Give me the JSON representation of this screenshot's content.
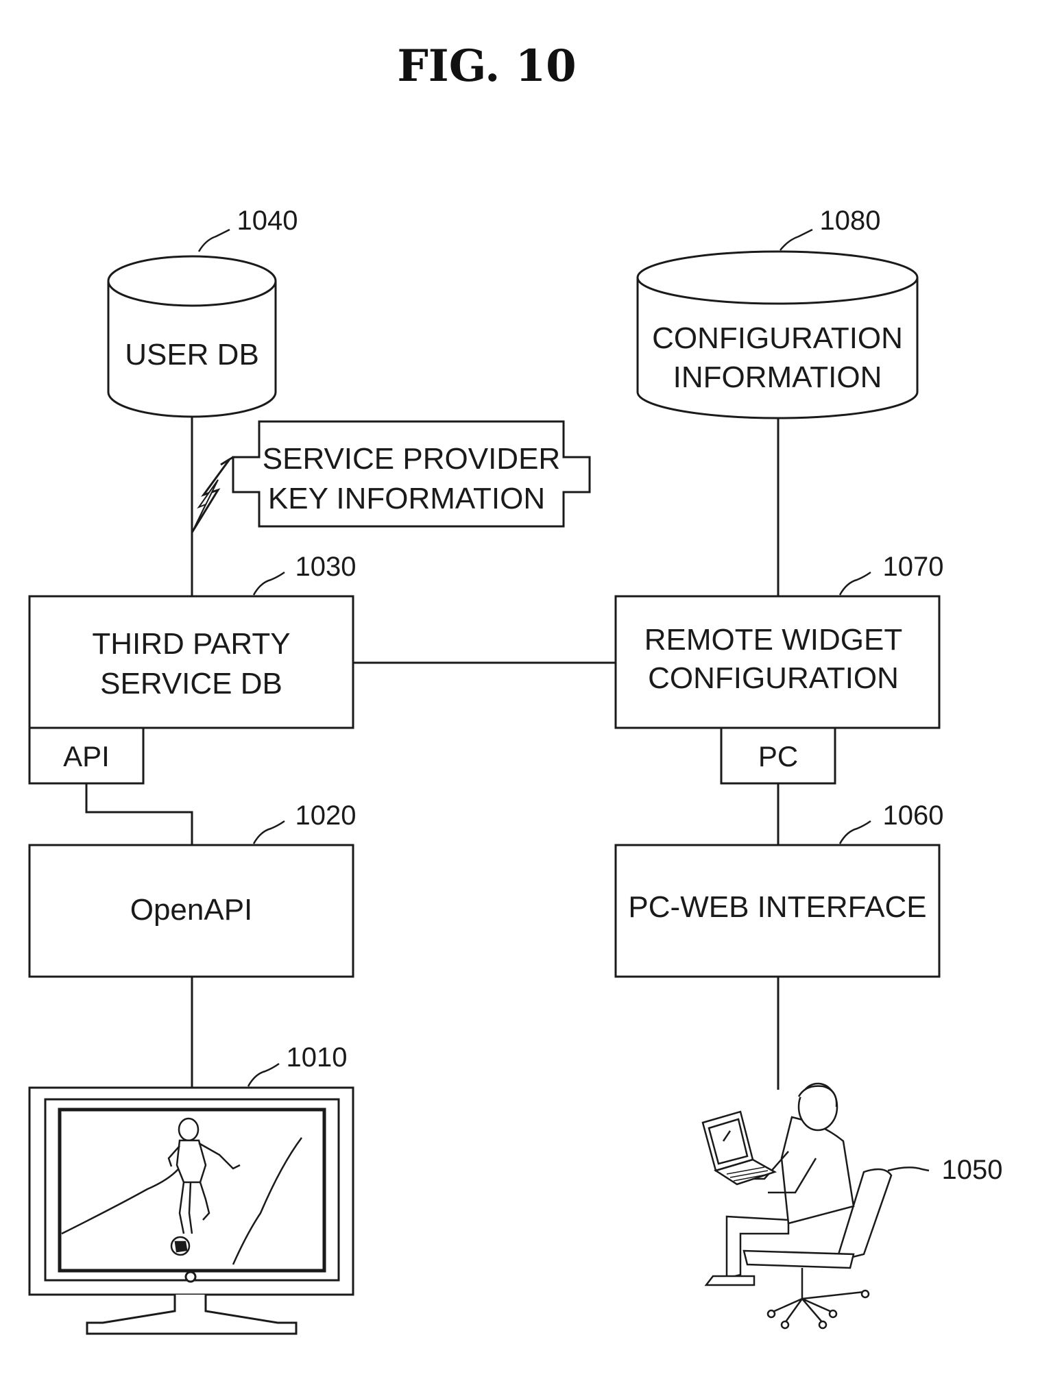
{
  "figure": {
    "title": "FIG.  10"
  },
  "nodes": {
    "user_db": {
      "ref": "1040",
      "label": "USER DB"
    },
    "config_info": {
      "ref": "1080",
      "lines": [
        "CONFIGURATION",
        "INFORMATION"
      ]
    },
    "key_info": {
      "lines": [
        "SERVICE PROVIDER",
        "KEY INFORMATION"
      ]
    },
    "third_party_db": {
      "ref": "1030",
      "lines": [
        "THIRD PARTY",
        "SERVICE DB"
      ]
    },
    "api_tab": {
      "label": "API"
    },
    "remote_widget": {
      "ref": "1070",
      "lines": [
        "REMOTE WIDGET",
        "CONFIGURATION"
      ]
    },
    "pc_tab": {
      "label": "PC"
    },
    "openapi": {
      "ref": "1020",
      "label": "OpenAPI"
    },
    "pc_web": {
      "ref": "1060",
      "label": "PC-WEB INTERFACE"
    },
    "tv": {
      "ref": "1010"
    },
    "user": {
      "ref": "1050"
    }
  }
}
